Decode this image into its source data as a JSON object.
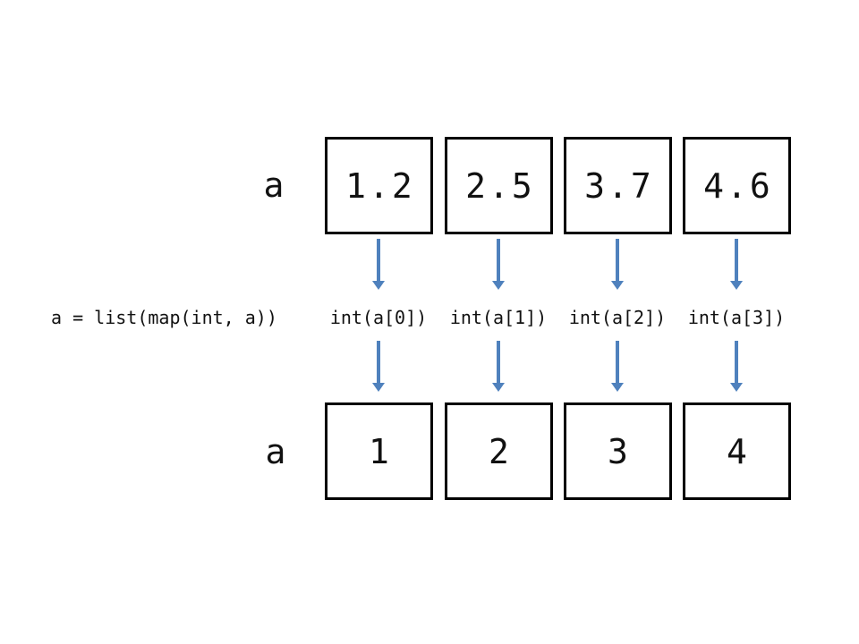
{
  "diagram": {
    "top_row": {
      "label": "a",
      "values": [
        "1.2",
        "2.5",
        "3.7",
        "4.6"
      ]
    },
    "bottom_row": {
      "label": "a",
      "values": [
        "1",
        "2",
        "3",
        "4"
      ]
    },
    "expression": "a = list(map(int, a))",
    "operations": [
      "int(a[0])",
      "int(a[1])",
      "int(a[2])",
      "int(a[3])"
    ]
  },
  "colors": {
    "arrow": "#4f81bd",
    "border": "#000000",
    "text": "#111111"
  }
}
